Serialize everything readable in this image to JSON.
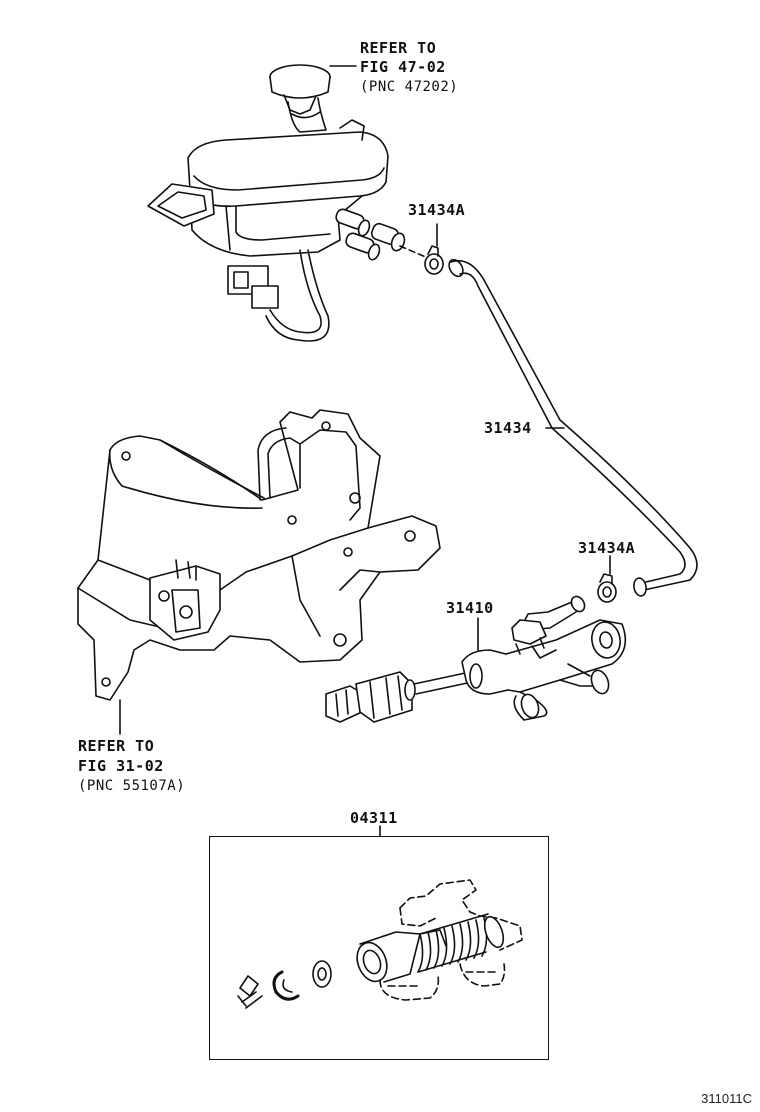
{
  "callouts": {
    "reservoir_ref": {
      "line1": "REFER TO",
      "line2": "FIG 47-02",
      "line3": "(PNC 47202)"
    },
    "bracket_ref": {
      "line1": "REFER TO",
      "line2": "FIG 31-02",
      "line3": "(PNC 55107A)"
    }
  },
  "parts": {
    "clamp_upper": "31434A",
    "hose": "31434",
    "clamp_lower": "31434A",
    "master_cylinder": "31410",
    "repair_kit": "04311"
  },
  "figure_code": "311011C"
}
